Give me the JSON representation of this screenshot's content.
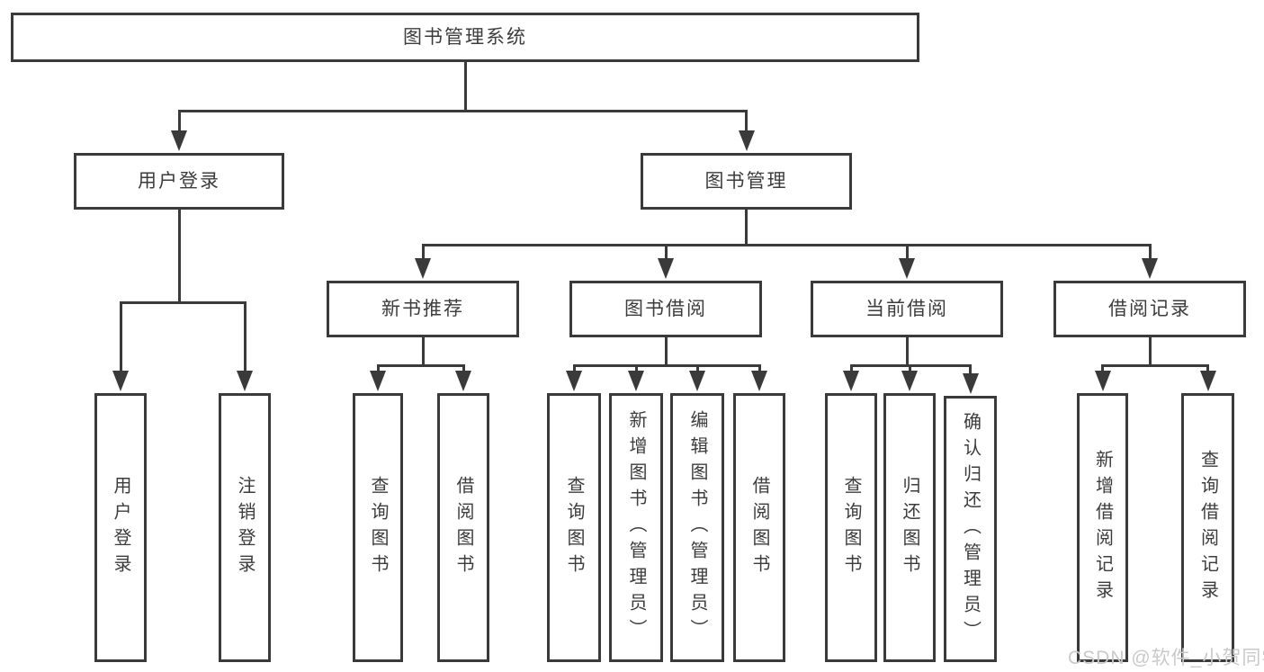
{
  "diagram": {
    "title": "图书管理系统",
    "type": "functional-structure-tree",
    "watermark": "CSDN @软件_小贺同学"
  },
  "nodes": [
    {
      "id": "library-management-system",
      "label": "图书管理系统"
    },
    {
      "id": "user-login",
      "label": "用户登录"
    },
    {
      "id": "book-management",
      "label": "图书管理"
    },
    {
      "id": "new-book-recommendation",
      "label": "新书推荐"
    },
    {
      "id": "book-borrowing",
      "label": "图书借阅"
    },
    {
      "id": "current-borrowing",
      "label": "当前借阅"
    },
    {
      "id": "borrowing-records",
      "label": "借阅记录"
    },
    {
      "id": "user-login-op",
      "label": "用户登录"
    },
    {
      "id": "logout-op",
      "label": "注销登录"
    },
    {
      "id": "nb-query-books",
      "label": "查询图书"
    },
    {
      "id": "nb-borrow-books",
      "label": "借阅图书"
    },
    {
      "id": "bb-query-books",
      "label": "查询图书"
    },
    {
      "id": "bb-add-books-admin",
      "label": "新增图书（管理员）"
    },
    {
      "id": "bb-edit-books-admin",
      "label": "编辑图书（管理员）"
    },
    {
      "id": "bb-borrow-books",
      "label": "借阅图书"
    },
    {
      "id": "cb-query-books",
      "label": "查询图书"
    },
    {
      "id": "cb-return-books",
      "label": "归还图书"
    },
    {
      "id": "cb-confirm-return-admin",
      "label": "确认归还（管理员）"
    },
    {
      "id": "br-add-record",
      "label": "新增借阅记录"
    },
    {
      "id": "br-query-record",
      "label": "查询借阅记录"
    }
  ],
  "edges": [
    [
      "library-management-system",
      "user-login"
    ],
    [
      "library-management-system",
      "book-management"
    ],
    [
      "user-login",
      "user-login-op"
    ],
    [
      "user-login",
      "logout-op"
    ],
    [
      "book-management",
      "new-book-recommendation"
    ],
    [
      "book-management",
      "book-borrowing"
    ],
    [
      "book-management",
      "current-borrowing"
    ],
    [
      "book-management",
      "borrowing-records"
    ],
    [
      "new-book-recommendation",
      "nb-query-books"
    ],
    [
      "new-book-recommendation",
      "nb-borrow-books"
    ],
    [
      "book-borrowing",
      "bb-query-books"
    ],
    [
      "book-borrowing",
      "bb-add-books-admin"
    ],
    [
      "book-borrowing",
      "bb-edit-books-admin"
    ],
    [
      "book-borrowing",
      "bb-borrow-books"
    ],
    [
      "current-borrowing",
      "cb-query-books"
    ],
    [
      "current-borrowing",
      "cb-return-books"
    ],
    [
      "current-borrowing",
      "cb-confirm-return-admin"
    ],
    [
      "borrowing-records",
      "br-add-record"
    ],
    [
      "borrowing-records",
      "br-query-record"
    ]
  ],
  "colors": {
    "line": "#3a3a3a",
    "text": "#3c3c3c",
    "watermark": "#c9c9c9",
    "background": "#ffffff"
  }
}
